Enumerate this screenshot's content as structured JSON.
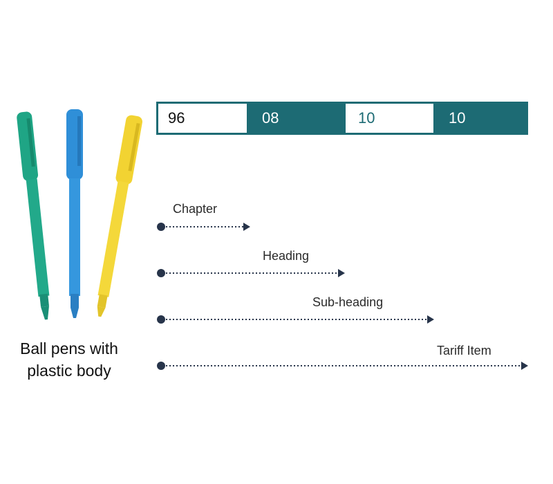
{
  "product": {
    "caption_line1": "Ball pens with",
    "caption_line2": "plastic body"
  },
  "code": {
    "segments": [
      {
        "value": "96",
        "style": "white",
        "text_color": "#111111"
      },
      {
        "value": "08",
        "style": "teal",
        "text_color": "#ffffff"
      },
      {
        "value": "10",
        "style": "white",
        "text_color": "#1d6b74"
      },
      {
        "value": "10",
        "style": "teal",
        "text_color": "#ffffff"
      }
    ],
    "accent": "#1d6b74"
  },
  "levels": [
    {
      "label": "Chapter",
      "digits": 2
    },
    {
      "label": "Heading",
      "digits": 4
    },
    {
      "label": "Sub-heading",
      "digits": 6
    },
    {
      "label": "Tariff Item",
      "digits": 8
    }
  ],
  "arrow_color": "#27344a",
  "pen_colors": [
    "#1fa585",
    "#2f8fd8",
    "#f2d332"
  ]
}
